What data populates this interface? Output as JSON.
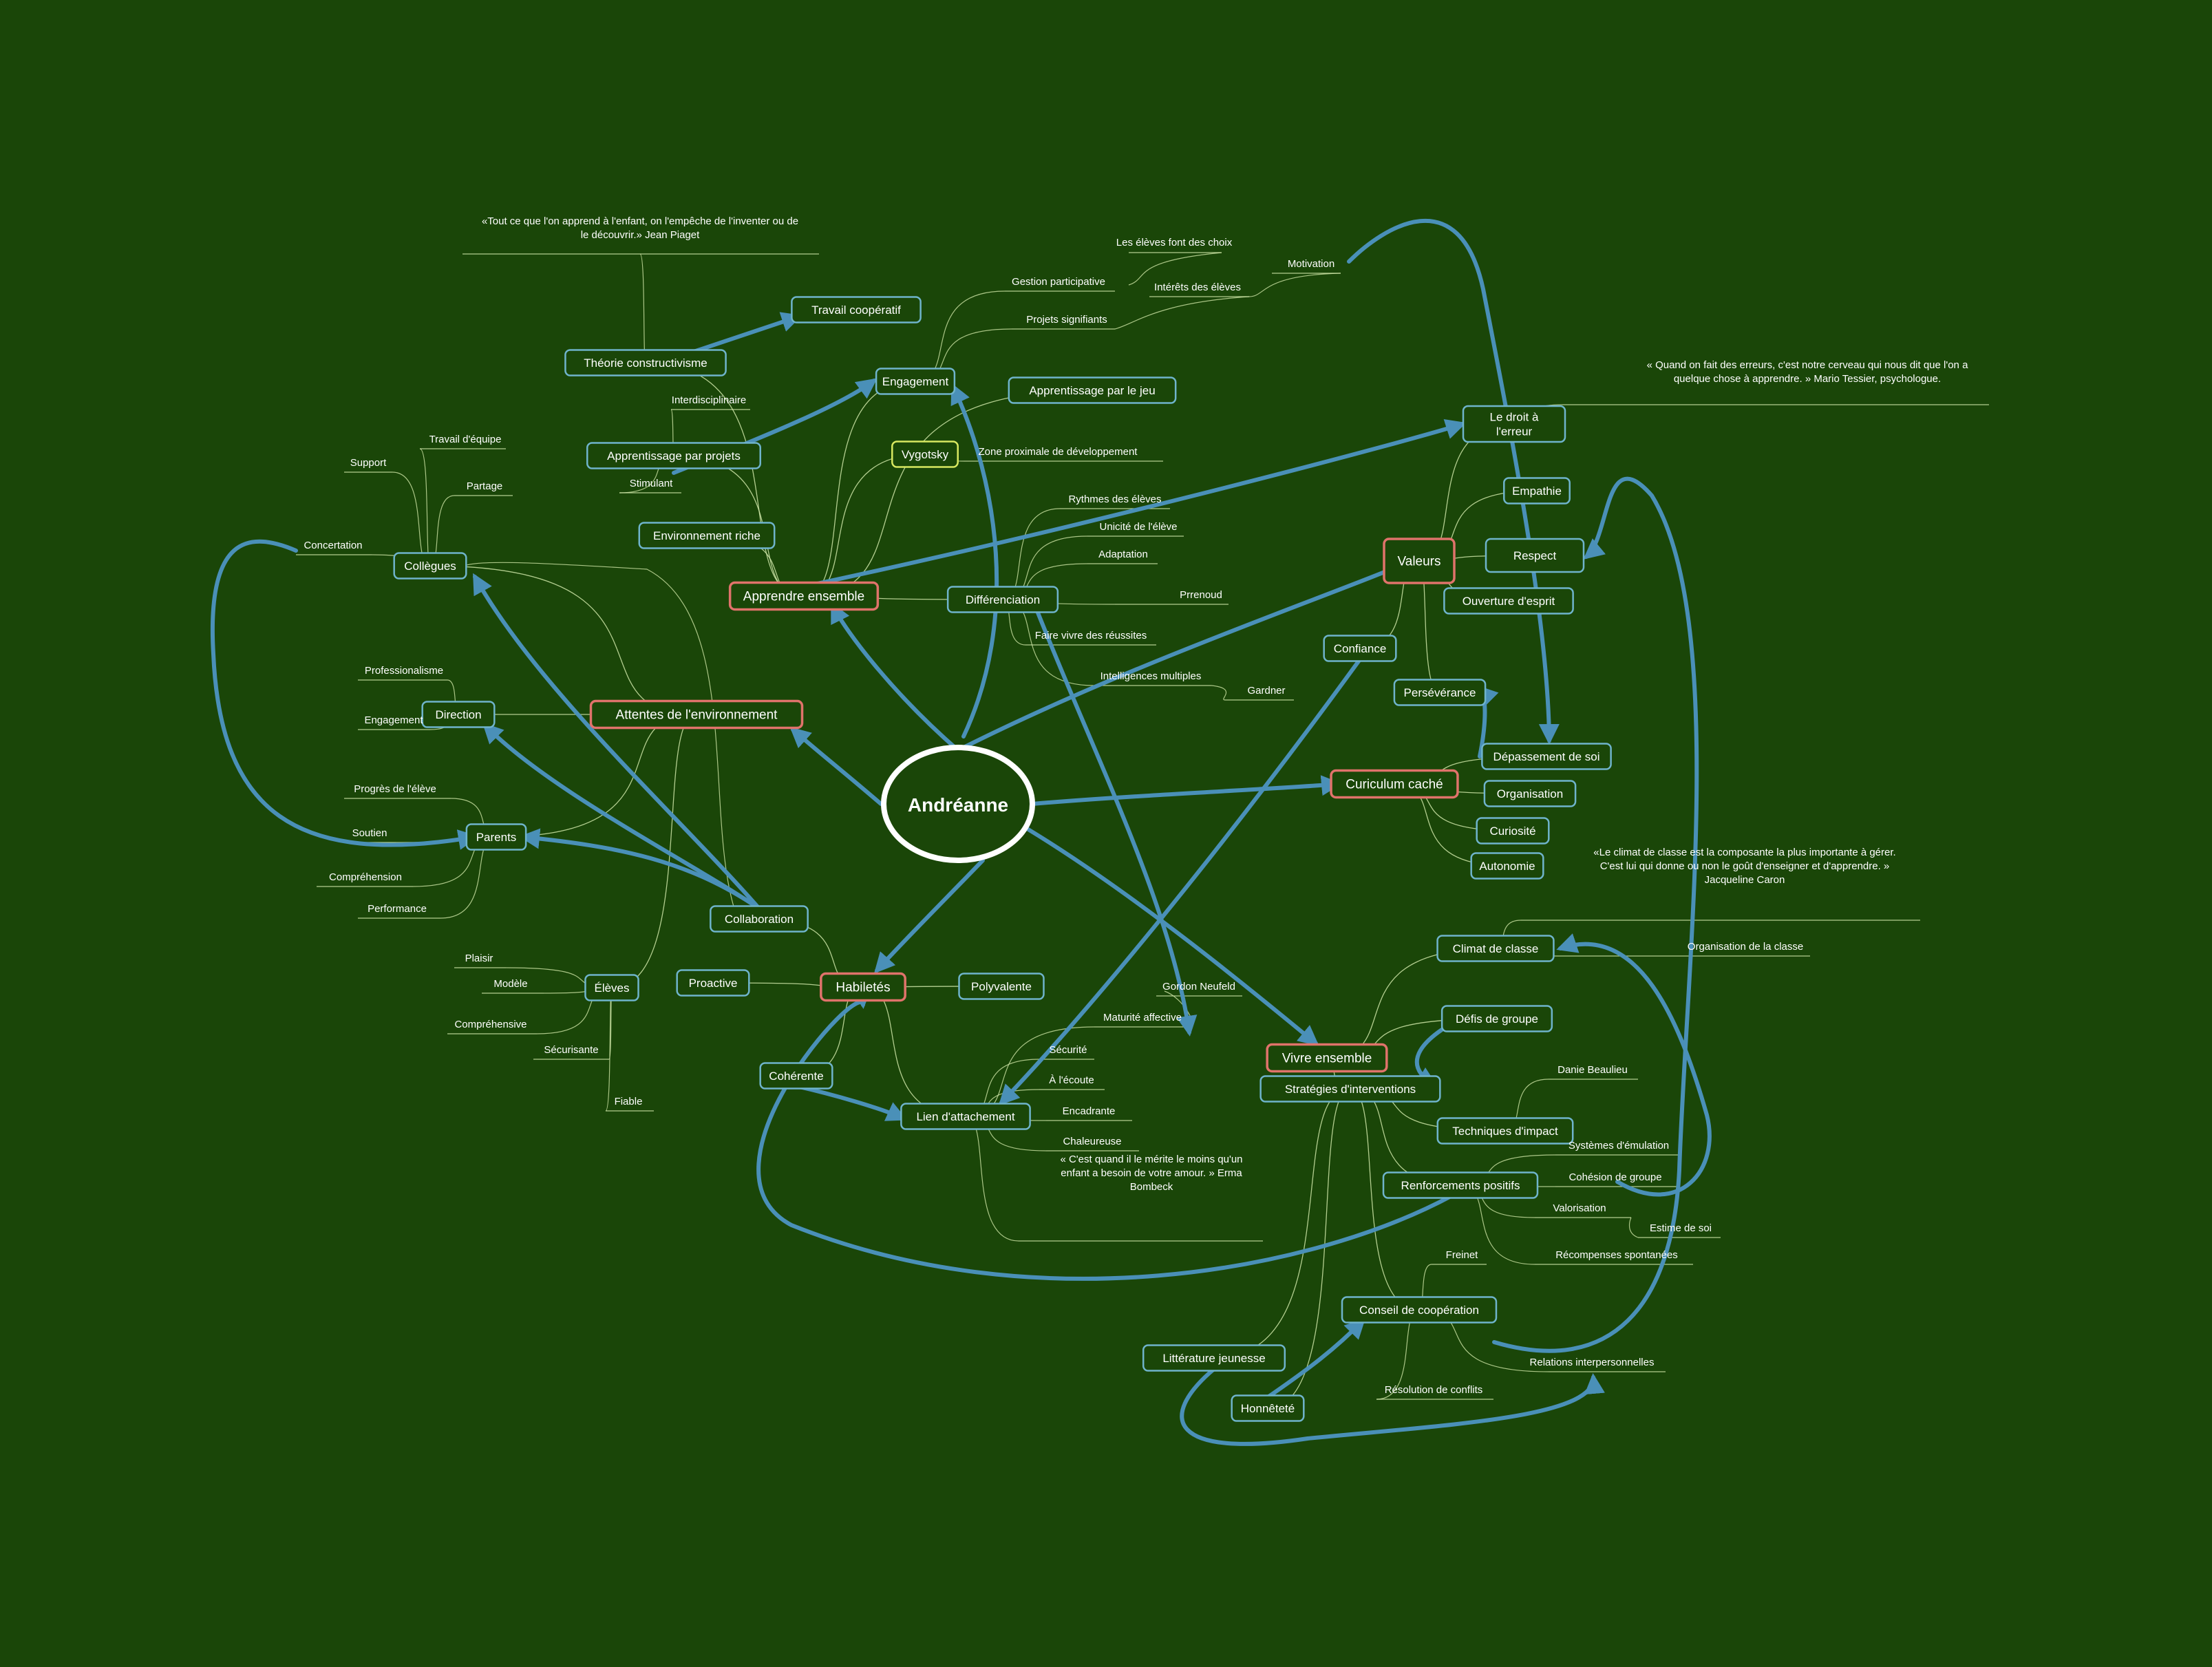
{
  "root": "Andréanne",
  "colors": {
    "background": "#1a4608",
    "connector": "#4a90b8",
    "branch_line": "#cfe6a8",
    "topic_border": "#6fb4cc",
    "main_border": "#e0736b",
    "highlight_border": "#d8e860",
    "text": "#ffffff"
  },
  "nodes": [
    {
      "id": "apprendre",
      "label": "Apprendre ensemble",
      "type": "main"
    },
    {
      "id": "attentes",
      "label": "Attentes de l'environnement",
      "type": "main"
    },
    {
      "id": "habiletes",
      "label": "Habiletés",
      "type": "main"
    },
    {
      "id": "vivre",
      "label": "Vivre ensemble",
      "type": "main"
    },
    {
      "id": "curiculum",
      "label": "Curiculum caché",
      "type": "main"
    },
    {
      "id": "valeurs",
      "label": "Valeurs",
      "type": "main"
    },
    {
      "id": "travail_coop",
      "label": "Travail coopératif",
      "type": "topic"
    },
    {
      "id": "theorie",
      "label": "Théorie constructivisme",
      "type": "topic"
    },
    {
      "id": "engagement",
      "label": "Engagement",
      "type": "topic"
    },
    {
      "id": "app_jeu",
      "label": "Apprentissage par le jeu",
      "type": "topic"
    },
    {
      "id": "app_projets",
      "label": "Apprentissage par projets",
      "type": "topic"
    },
    {
      "id": "vygotsky",
      "label": "Vygotsky",
      "type": "highlight"
    },
    {
      "id": "env_riche",
      "label": "Environnement riche",
      "type": "topic"
    },
    {
      "id": "differenciation",
      "label": "Différenciation",
      "type": "topic"
    },
    {
      "id": "collegues",
      "label": "Collègues",
      "type": "topic"
    },
    {
      "id": "direction",
      "label": "Direction",
      "type": "topic"
    },
    {
      "id": "parents",
      "label": "Parents",
      "type": "topic"
    },
    {
      "id": "collaboration",
      "label": "Collaboration",
      "type": "topic"
    },
    {
      "id": "eleves",
      "label": "Élèves",
      "type": "topic"
    },
    {
      "id": "proactive",
      "label": "Proactive",
      "type": "topic"
    },
    {
      "id": "polyvalente",
      "label": "Polyvalente",
      "type": "topic"
    },
    {
      "id": "coherente",
      "label": "Cohérente",
      "type": "topic"
    },
    {
      "id": "lien",
      "label": "Lien d'attachement",
      "type": "topic"
    },
    {
      "id": "droit",
      "label": "Le droit à\nl'erreur",
      "type": "topic"
    },
    {
      "id": "empathie",
      "label": "Empathie",
      "type": "topic"
    },
    {
      "id": "respect",
      "label": "Respect",
      "type": "topic"
    },
    {
      "id": "ouverture",
      "label": "Ouverture d'esprit",
      "type": "topic"
    },
    {
      "id": "confiance",
      "label": "Confiance",
      "type": "topic"
    },
    {
      "id": "perseverance",
      "label": "Persévérance",
      "type": "topic"
    },
    {
      "id": "depassement",
      "label": "Dépassement de soi",
      "type": "topic"
    },
    {
      "id": "organisation",
      "label": "Organisation",
      "type": "topic"
    },
    {
      "id": "curiosite",
      "label": "Curiosité",
      "type": "topic"
    },
    {
      "id": "autonomie",
      "label": "Autonomie",
      "type": "topic"
    },
    {
      "id": "climat",
      "label": "Climat de classe",
      "type": "topic"
    },
    {
      "id": "defis",
      "label": "Défis de groupe",
      "type": "topic"
    },
    {
      "id": "strategies",
      "label": "Stratégies d'interventions",
      "type": "topic"
    },
    {
      "id": "techniques",
      "label": "Techniques d'impact",
      "type": "topic"
    },
    {
      "id": "renforcements",
      "label": "Renforcements positifs",
      "type": "topic"
    },
    {
      "id": "conseil",
      "label": "Conseil de coopération",
      "type": "topic"
    },
    {
      "id": "litterature",
      "label": "Littérature jeunesse",
      "type": "topic"
    },
    {
      "id": "honnetete",
      "label": "Honnêteté",
      "type": "topic"
    }
  ],
  "labels": [
    {
      "id": "piaget",
      "text": "«Tout ce que l'on apprend à l'enfant, on l'empêche de l'inventer ou de\nle découvrir.» Jean Piaget"
    },
    {
      "id": "gestion",
      "text": "Gestion participative"
    },
    {
      "id": "choix",
      "text": "Les élèves font des choix"
    },
    {
      "id": "motivation",
      "text": "Motivation"
    },
    {
      "id": "interets",
      "text": "Intérêts des élèves"
    },
    {
      "id": "signifiants",
      "text": "Projets signifiants"
    },
    {
      "id": "interdisciplinaire",
      "text": "Interdisciplinaire"
    },
    {
      "id": "stimulant",
      "text": "Stimulant"
    },
    {
      "id": "zpd",
      "text": "Zone proximale de développement"
    },
    {
      "id": "rythmes",
      "text": "Rythmes des élèves"
    },
    {
      "id": "unicite",
      "text": "Unicité de l'élève"
    },
    {
      "id": "adaptation",
      "text": "Adaptation"
    },
    {
      "id": "prrenoud",
      "text": "Prrenoud"
    },
    {
      "id": "reussites",
      "text": "Faire vivre des réussites"
    },
    {
      "id": "intelligences",
      "text": "Intelligences multiples"
    },
    {
      "id": "gardner",
      "text": "Gardner"
    },
    {
      "id": "support",
      "text": "Support"
    },
    {
      "id": "travail_equipe",
      "text": "Travail d'équipe"
    },
    {
      "id": "partage",
      "text": "Partage"
    },
    {
      "id": "concertation",
      "text": "Concertation"
    },
    {
      "id": "professionnalisme",
      "text": "Professionalisme"
    },
    {
      "id": "dir_engagement",
      "text": "Engagement"
    },
    {
      "id": "progres",
      "text": "Progrès de l'élève"
    },
    {
      "id": "soutien",
      "text": "Soutien"
    },
    {
      "id": "comprehension",
      "text": "Compréhension"
    },
    {
      "id": "performance",
      "text": "Performance"
    },
    {
      "id": "plaisir",
      "text": "Plaisir"
    },
    {
      "id": "modele",
      "text": "Modèle"
    },
    {
      "id": "comprehensive",
      "text": "Compréhensive"
    },
    {
      "id": "securisante",
      "text": "Sécurisante"
    },
    {
      "id": "fiable",
      "text": "Fiable"
    },
    {
      "id": "tessier",
      "text": "« Quand on fait des erreurs, c'est notre cerveau qui nous dit que l'on a\nquelque chose à apprendre. » Mario Tessier, psychologue."
    },
    {
      "id": "caron",
      "text": "«Le climat de classe est la composante la plus importante à gérer.\nC'est lui qui donne ou non le goût d'enseigner et d'apprendre. »\nJacqueline Caron"
    },
    {
      "id": "org_classe",
      "text": "Organisation de la classe"
    },
    {
      "id": "neufeld",
      "text": "Gordon Neufeld"
    },
    {
      "id": "maturite",
      "text": "Maturité affective"
    },
    {
      "id": "securite",
      "text": "Sécurité"
    },
    {
      "id": "ecoute",
      "text": "À l'écoute"
    },
    {
      "id": "encadrante",
      "text": "Encadrante"
    },
    {
      "id": "chaleureuse",
      "text": "Chaleureuse"
    },
    {
      "id": "bombeck",
      "text": "« C'est quand il le mérite le moins qu'un\nenfant a besoin de votre amour. » Erma\nBombeck"
    },
    {
      "id": "beaulieu",
      "text": "Danie Beaulieu"
    },
    {
      "id": "emulation",
      "text": "Systèmes d'émulation"
    },
    {
      "id": "cohesion",
      "text": "Cohésion de groupe"
    },
    {
      "id": "valorisation",
      "text": "Valorisation"
    },
    {
      "id": "estime",
      "text": "Estime de soi"
    },
    {
      "id": "recompenses",
      "text": "Récompenses spontanées"
    },
    {
      "id": "freinet",
      "text": "Freinet"
    },
    {
      "id": "relations",
      "text": "Relations interpersonnelles"
    },
    {
      "id": "resolution",
      "text": "Résolution de conflits"
    }
  ]
}
